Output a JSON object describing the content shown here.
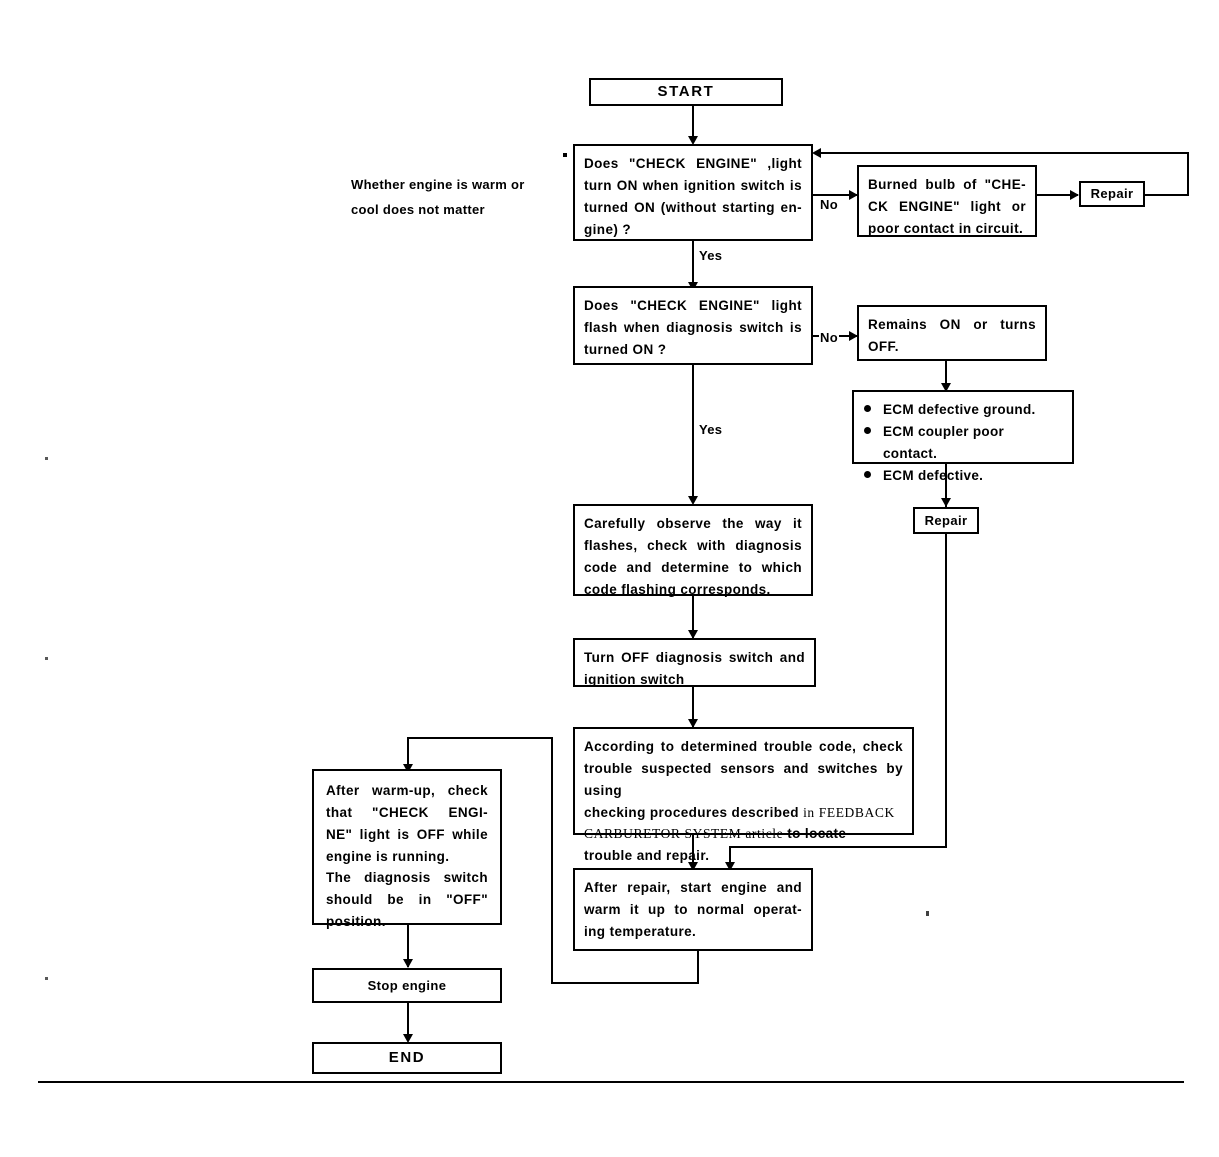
{
  "diagram": {
    "title": "CHECK ENGINE Light Diagnosis Flow Chart",
    "type": "flowchart"
  },
  "nodes": {
    "start": {
      "label": "START"
    },
    "q1": {
      "line1": "Does  \"CHECK  ENGINE\" ,light",
      "line2": "turn ON when ignition switch is",
      "line3": "turned  ON  (without  starting  en-",
      "line4": "gine) ?"
    },
    "burned_bulb": {
      "line1": "Burned  bulb  of  \"CHE-",
      "line2": "CK  ENGINE\"  light  or",
      "line3": "poor  contact  in  circuit."
    },
    "repair_top": {
      "label": "Repair"
    },
    "q2": {
      "line1": "Does  \"CHECK  ENGINE\"  light",
      "line2": "flash  when  diagnosis  switch  is",
      "line3": "turned ON ?"
    },
    "remains_on": {
      "line1": "Remains  ON  or  turns",
      "line2": "OFF."
    },
    "ecm_list": {
      "items": [
        "ECM defective ground.",
        "ECM coupler poor contact.",
        "ECM defective."
      ]
    },
    "repair_mid": {
      "label": "Repair"
    },
    "observe": {
      "line1": "Carefully  observe  the  way  it",
      "line2": "flashes,  check  with  diagnosis",
      "line3": "code  and  determine  to  which",
      "line4": "code flashing corresponds."
    },
    "turn_off": {
      "line1": "Turn  OFF  diagnosis  switch  and",
      "line2": "ignition switch"
    },
    "according": {
      "line1": "According  to  determined  trouble  code,  check",
      "line2": "trouble suspected sensors and switches by using",
      "line3_a": "checking procedures described ",
      "line3_b": "in FEEDBACK",
      "line4_a": "CARBURETOR  SYSTEM  article ",
      "line4_b": "to  locate",
      "line5": "trouble and repair."
    },
    "after_repair": {
      "line1": "After  repair,  start  engine  and",
      "line2": "warm  it  up  to  normal  operat-",
      "line3": "ing temperature."
    },
    "after_warmup": {
      "line1": "After  warm-up,  check",
      "line2": "that  \"CHECK  ENGI-",
      "line3": "NE\"  light  is  OFF  while",
      "line4": "engine is running.",
      "line5": "The  diagnosis  switch",
      "line6": "should  be  in  \"OFF\"",
      "line7": "position."
    },
    "stop_engine": {
      "label": "Stop engine"
    },
    "end": {
      "label": "END"
    }
  },
  "notes": {
    "warm_or_cool": {
      "line1": "Whether engine is warm or",
      "line2": "cool does not matter"
    }
  },
  "edge_labels": {
    "no_1": "No",
    "yes_1": "Yes",
    "no_2": "No",
    "yes_2": "Yes"
  },
  "colors": {
    "ink": "#000000",
    "paper": "#ffffff"
  }
}
